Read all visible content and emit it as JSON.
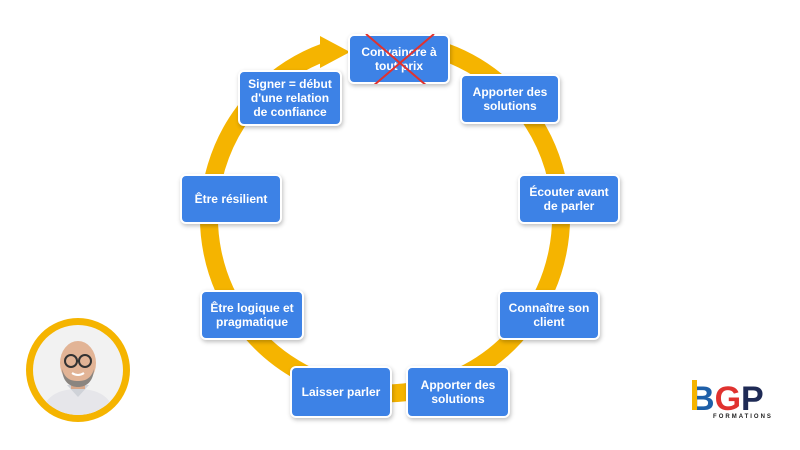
{
  "diagram": {
    "accent_ring": "#f5b400",
    "node_fill": "#3d82e6",
    "cross_color": "#e0322f",
    "nodes": [
      {
        "id": "convaincre",
        "label": "Convaincre à\ntout prix",
        "crossed": true
      },
      {
        "id": "apporter-1",
        "label": "Apporter des\nsolutions"
      },
      {
        "id": "ecouter",
        "label": "Écouter avant\nde parler"
      },
      {
        "id": "connaitre",
        "label": "Connaître son\nclient"
      },
      {
        "id": "apporter-2",
        "label": "Apporter des\nsolutions"
      },
      {
        "id": "laisser",
        "label": "Laisser parler"
      },
      {
        "id": "logique",
        "label": "Être logique et\npragmatique"
      },
      {
        "id": "resilient",
        "label": "Être résilient"
      },
      {
        "id": "signer",
        "label": "Signer = début\nd'une relation\nde confiance"
      }
    ]
  },
  "branding": {
    "logo_letters": "BGP",
    "logo_caption": "FORMATIONS"
  }
}
